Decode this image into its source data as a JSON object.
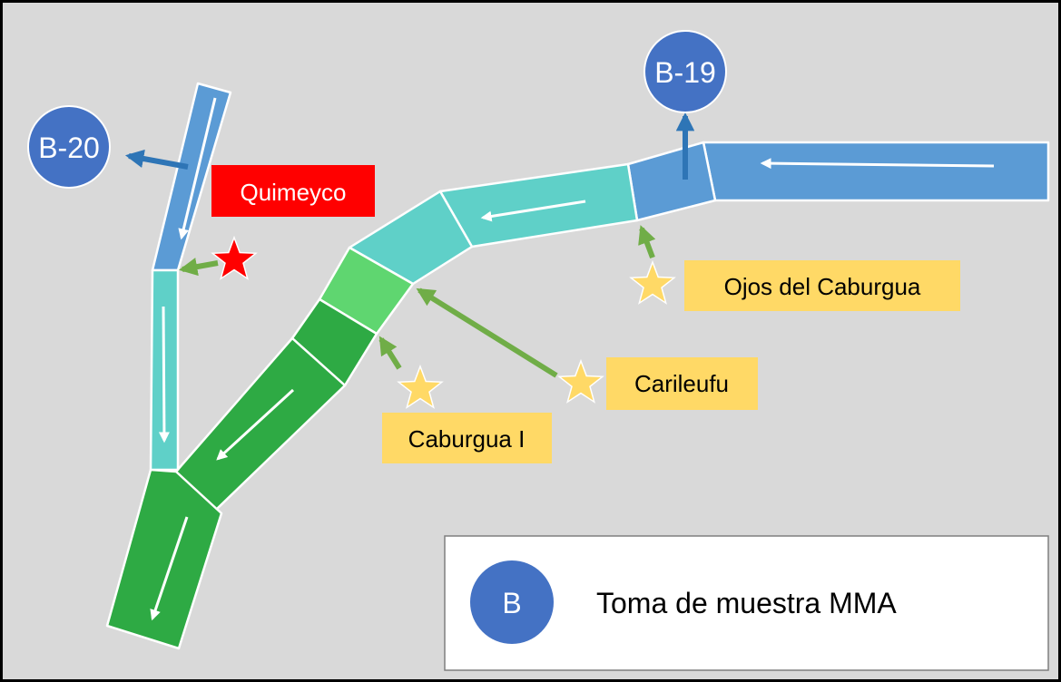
{
  "colors": {
    "background": "#d9d9d9",
    "border": "#000000",
    "river_blue": "#5b9bd5",
    "river_teal": "#5fd0c8",
    "river_light_green": "#5fd670",
    "river_green": "#2eaa44",
    "sampling_point": "#4472c4",
    "discharge_label": "#ffd966",
    "quimeyco_label": "#ff0000",
    "arrow_green": "#70ad47",
    "arrow_blue": "#2e75b6"
  },
  "sampling_points": [
    {
      "id": "b20",
      "label": "B-20"
    },
    {
      "id": "b19",
      "label": "B-19"
    }
  ],
  "discharges": [
    {
      "id": "quimeyco",
      "label": "Quimeyco",
      "star_color": "red"
    },
    {
      "id": "ojos",
      "label": "Ojos del Caburgua",
      "star_color": "yellow"
    },
    {
      "id": "carileufu",
      "label": "Carileufu",
      "star_color": "yellow"
    },
    {
      "id": "caburgua1",
      "label": "Caburgua I",
      "star_color": "yellow"
    }
  ],
  "legend": {
    "symbol": "B",
    "text": "Toma de muestra MMA"
  }
}
